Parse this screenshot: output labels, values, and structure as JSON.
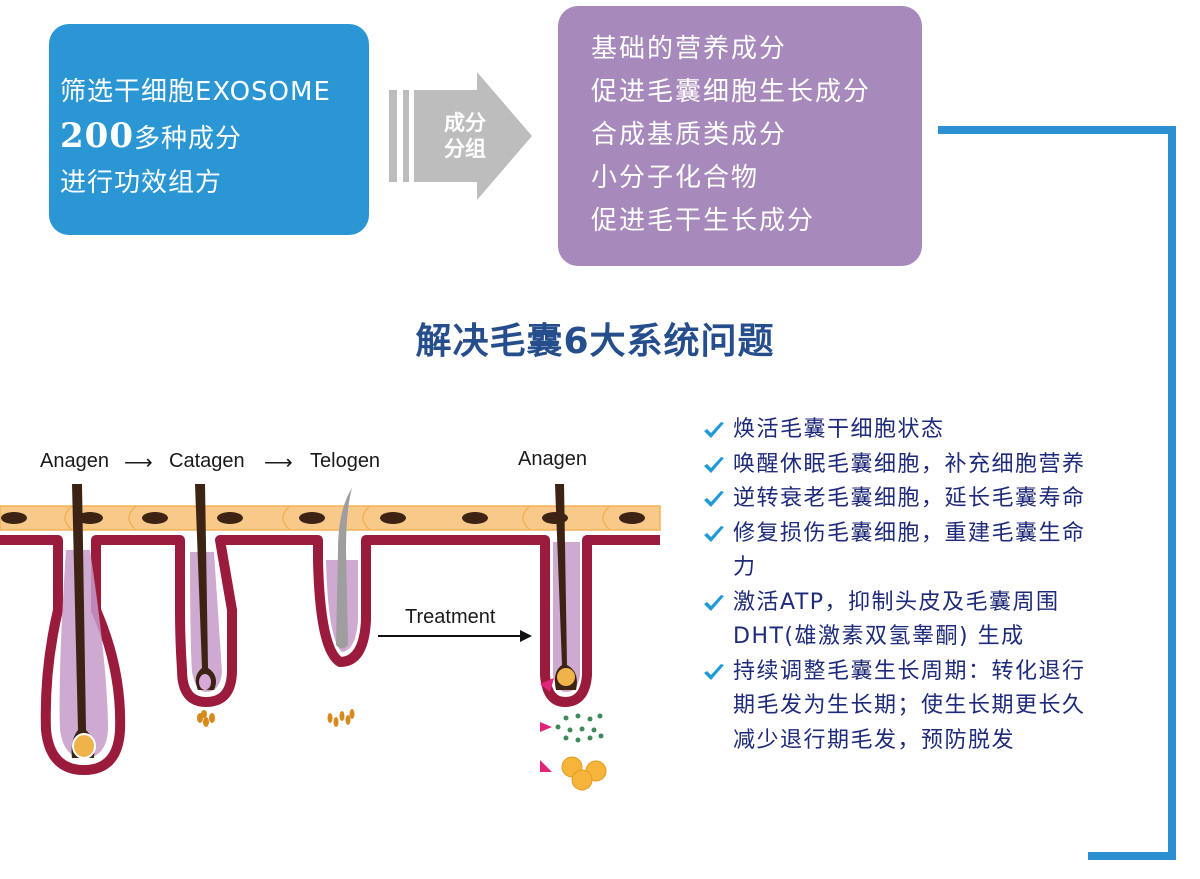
{
  "top_flow": {
    "blue_box": {
      "line1": "筛选干细胞EXOSOME",
      "line2_number": "200",
      "line2_text": "多种成分",
      "line3": "进行功效组方"
    },
    "arrow": {
      "line1": "成分",
      "line2": "分组"
    },
    "purple_box": {
      "items": [
        "基础的营养成分",
        "促进毛囊细胞生长成分",
        "合成基质类成分",
        "小分子化合物",
        "促进毛干生长成分"
      ]
    }
  },
  "section_title": "解决毛囊6大系统问题",
  "hair_cycle_diagram": {
    "stages": [
      "Anagen",
      "Catagen",
      "Telogen"
    ],
    "after_treatment_stage": "Anagen",
    "treatment_label": "Treatment"
  },
  "benefits": [
    {
      "lines": [
        "焕活毛囊干细胞状态"
      ]
    },
    {
      "lines": [
        "唤醒休眠毛囊细胞，补充细胞营养"
      ]
    },
    {
      "lines": [
        "逆转衰老毛囊细胞，延长毛囊寿命"
      ]
    },
    {
      "lines": [
        "修复损伤毛囊细胞，重建毛囊生命",
        "力"
      ]
    },
    {
      "lines": [
        "激活ATP，抑制头皮及毛囊周围",
        "DHT(雄激素双氢睾酮) 生成"
      ]
    },
    {
      "lines": [
        "持续调整毛囊生长周期：转化退行",
        "期毛发为生长期；使生长期更长久",
        "减少退行期毛发，预防脱发"
      ]
    }
  ],
  "colors": {
    "blue_box": "#2b96d4",
    "purple_box": "#a789bb",
    "arrow_gray": "#bdbdbd",
    "title_navy": "#264e8c",
    "benefit_text": "#1e2a7a",
    "check_blue": "#1e9ad6",
    "bracket_blue": "#2b8fd2",
    "skin_tan": "#f9c98a",
    "follicle_red": "#9b1b3c",
    "hair_brown": "#3d2314"
  }
}
